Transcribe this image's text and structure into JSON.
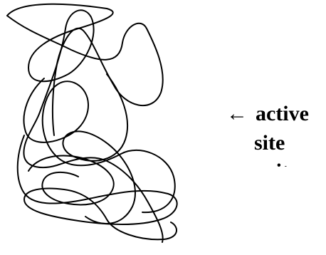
{
  "diagram": {
    "label_arrow": "←",
    "label_line_1": "active",
    "label_line_2": "site",
    "label_line_3_partial": "site",
    "stroke_color": "#000000",
    "background": "#ffffff"
  }
}
